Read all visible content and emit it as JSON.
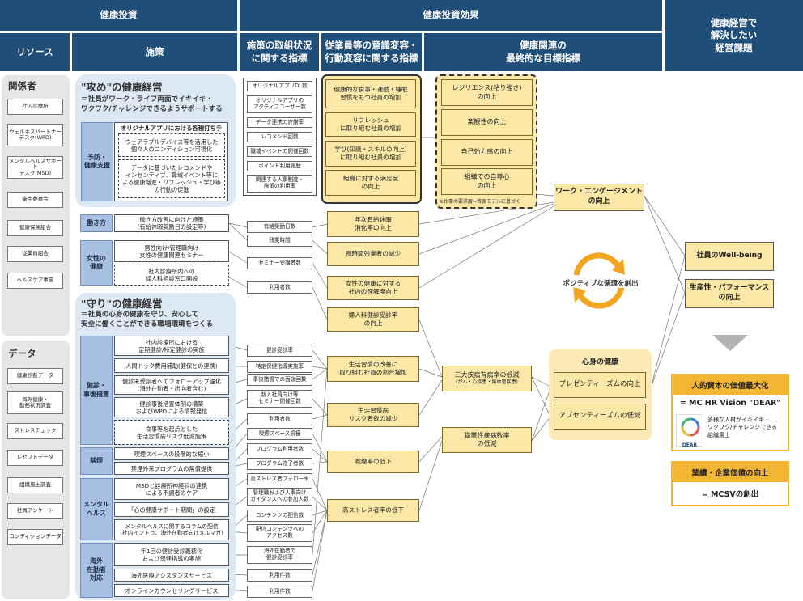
{
  "headers": {
    "investment": "健康投資",
    "effects": "健康投資効果",
    "issues": "健康経営で\n解決したい\n経営課題",
    "resource": "リソース",
    "measures": "施策",
    "indicators": "施策の取組状況\nに関する指標",
    "awareness": "従業員等の意識変容・\n行動変容に関する指標",
    "final": "健康関連の\n最終的な目標指標"
  },
  "left": {
    "stakeholders_title": "関係者",
    "stakeholders": [
      "社内診療所",
      "ウェルネスパートナー\nデスク(WPD)",
      "メンタルヘルスサポート\nデスク(MSD)",
      "衛生委員会",
      "健康保険組合",
      "従業員組合",
      "ヘルスケア事業"
    ],
    "data_title": "データ",
    "data": [
      "健康診断データ",
      "海外健康・\n勤務状況調査",
      "ストレスチェック",
      "レセプトデータ",
      "組織風土調査",
      "社員アンケート",
      "コンディションデータ"
    ]
  },
  "offense": {
    "title": "\"攻め\"の健康経営",
    "sub": "＝社員がワーク・ライフ両面でイキイキ・\nワクワク/チャレンジできるようサポートする",
    "cat": "予防・\n健康支援",
    "app_title": "オリジナルアプリにおける各種打ち手",
    "app_items": [
      "ウェアラブルデバイス等を活用した\n個々人のコンディション可視化",
      "データに基づいたレコメンドや\nインセンティブ、職域イベント等に\nよる健康増進・リフレッシュ・学び等\nの行動の促進"
    ]
  },
  "workstyle": {
    "cat": "働き方",
    "item": "働き方改善に向けた施策\n(有給休暇奨励日の設定等)"
  },
  "women": {
    "cat": "女性の\n健康",
    "items": [
      "男性向け/管理職向け\n女性の健康関連セミナー",
      "社内診療所内への\n婦人科相談窓口開設"
    ]
  },
  "defense": {
    "title": "\"守り\"の健康経営",
    "sub": "＝社員の心身の健康を守り、安心して\n安全に働くことができる職場環境をつくる",
    "cat_checkup": "健診・\n事後措置",
    "checkup_items": [
      "社内診療所における\n定期健診/特定健診の実施",
      "人間ドック費用補助(健保との連携)",
      "健診未受診者へのフォローアップ強化\n(海外在勤者・出向者含む)",
      "健診事後措置体制の構築\nおよびWPDによる情報発信",
      "食事等を起点とした\n生活習慣病リスク低減施策"
    ],
    "cat_smoke": "禁煙",
    "smoke_items": [
      "喫煙スペースの段階的な縮小",
      "禁煙外来プログラムの無償提供"
    ],
    "cat_mental": "メンタル\nヘルス",
    "mental_items": [
      "MSDと診療所神経科の連携\nによる不調者のケア",
      "「心の健康サポート期間」の設定",
      "メンタルヘルスに関するコラムの配信\n(社内イントラ、海外在勤者向けメルマガ)"
    ],
    "cat_overseas": "海外\n在勤者\n対応",
    "overseas_items": [
      "年1回の健診受診義務化\nおよび保健指導の実施",
      "海外医療アシスタンスサービス",
      "オンラインカウンセリングサービス"
    ]
  },
  "indicators": [
    "オリジナルアプリDL数",
    "オリジナルアプリの\nアクティブユーザー数",
    "データ連携の許諾率",
    "レコメンド回数",
    "職域イベントの開催回数",
    "ポイント利用履歴",
    "関連する人事制度・\n施策の利用率",
    "有給奨励日数",
    "残業時間",
    "セミナー受講者数",
    "利用者数",
    "健診受診率",
    "特定保健指導実施率",
    "事後措置での面談回数",
    "新入社員向け等\nセミナー開催回数",
    "利用者数",
    "喫煙スペース規模",
    "プログラム利用者数",
    "プログラム修了者数",
    "高ストレス者フォロー率",
    "管理職および人事向け\nガイダンスへの参加人数",
    "コンテンツの配信数",
    "配信コンテンツへの\nアクセス数",
    "海外在勤者の\n健診受診率",
    "利用件数",
    "利用件数"
  ],
  "awareness": [
    "健康的な食事・運動・睡眠\n習慣をもつ社員の増加",
    "リフレッシュ\nに取り組む社員の増加",
    "学び(知識・スキルの向上)\nに取り組む社員の増加",
    "組織に対する満足度\nの向上",
    "年次有給休暇\n消化率の向上",
    "長時間残業者の減少",
    "女性の健康に対する\n社内の理解度向上",
    "婦人科健診受診率\nの向上",
    "生活習慣の改善に\n取り組む社員の割合増加",
    "生活習慣病\nリスク者数の減少",
    "喫煙率の低下",
    "高ストレス者率の低下"
  ],
  "final": {
    "items": [
      "レジリエンス(粘り強さ)\nの向上",
      "楽観性の向上",
      "自己効力感の向上",
      "組織での自尊心\nの向上"
    ],
    "note": "※仕事の要求度−資源モデルに基づく",
    "engagement": "ワーク・エンゲージメント\nの向上",
    "cycle": "ポジティブな循環を創出",
    "disease1": "三大疾病有病率の低減",
    "disease1_sub": "(がん・心疾患・脳血管疾患)",
    "disease2": "職業性疾病数率\nの低減",
    "mind_title": "心身の健康",
    "presenteeism": "プレゼンティーズムの向上",
    "absenteeism": "アブセンティーズムの低減"
  },
  "issues": {
    "wellbeing": "社員のWell-being",
    "productivity": "生産性・パフォーマンス\nの向上",
    "human_capital": "人的資本の価値最大化",
    "vision": "= MC HR Vision \"DEAR\"",
    "vision_desc": "多様な人材がイキイキ・\nワクワク/チャレンジできる\n組織風土",
    "dear": "DEAR",
    "corporate": "業績・企業価値の向上",
    "mcsv": "= MCSVの創出"
  },
  "colors": {
    "header": "#1f4e79",
    "yellow": "#fbe8a6",
    "gold": "#f2b632",
    "blue": "#a7c0e2"
  }
}
